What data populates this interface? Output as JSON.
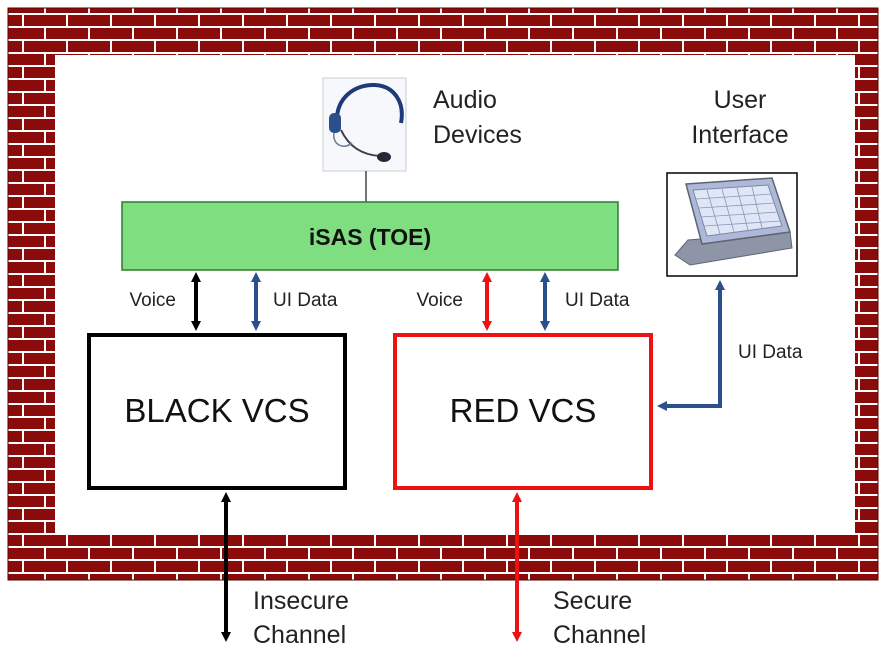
{
  "audio_devices": {
    "line1": "Audio",
    "line2": "Devices",
    "icon": "headset-icon"
  },
  "user_interface": {
    "line1": "User",
    "line2": "Interface",
    "icon": "touch-panel-icon"
  },
  "isas": {
    "label": "iSAS (TOE)",
    "fill": "#7fde80"
  },
  "black_vcs": {
    "label": "BLACK VCS",
    "border": "#000000"
  },
  "red_vcs": {
    "label": "RED VCS",
    "border": "#ee1111"
  },
  "links": {
    "black_voice": "Voice",
    "black_ui_data": "UI Data",
    "red_voice": "Voice",
    "red_ui_data": "UI Data",
    "ui_to_red": "UI Data"
  },
  "channels": {
    "insecure_line1": "Insecure",
    "insecure_line2": "Channel",
    "secure_line1": "Secure",
    "secure_line2": "Channel"
  },
  "colors": {
    "brick": "#8b0a0a",
    "mortar": "#ffffff",
    "ui_data_arrow": "#2b4f8a",
    "red_arrow": "#ee1111"
  }
}
